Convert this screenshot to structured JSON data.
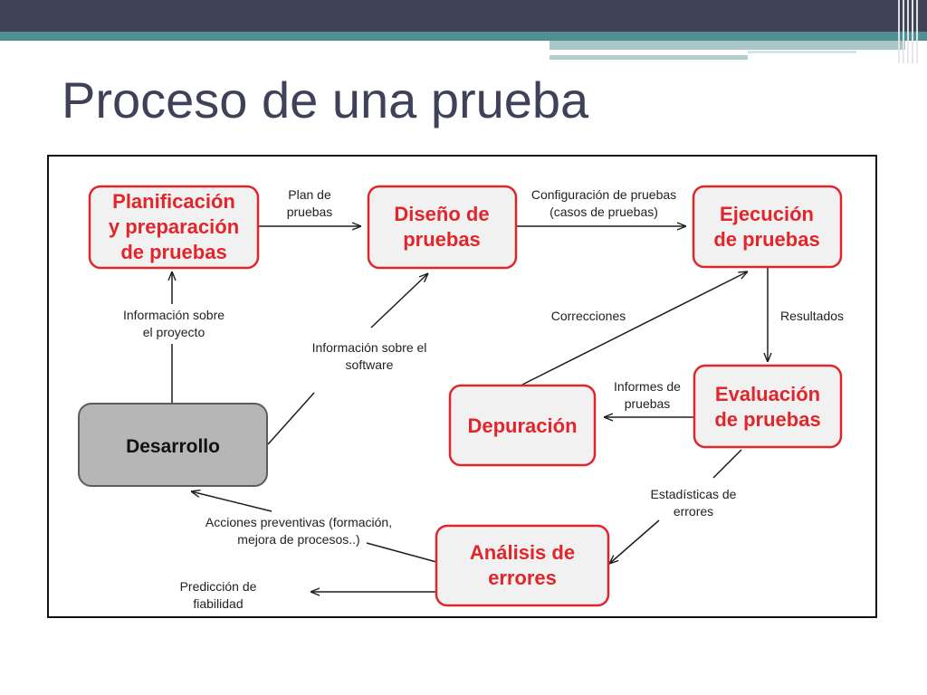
{
  "slide": {
    "title": "Proceso de una prueba"
  },
  "diagram": {
    "nodes": {
      "planificacion": {
        "lines": [
          "Planificación",
          "y preparación",
          "de pruebas"
        ]
      },
      "diseno": {
        "lines": [
          "Diseño de",
          "pruebas"
        ]
      },
      "ejecucion": {
        "lines": [
          "Ejecución",
          "de pruebas"
        ]
      },
      "evaluacion": {
        "lines": [
          "Evaluación",
          "de pruebas"
        ]
      },
      "depuracion": {
        "lines": [
          "Depuración"
        ]
      },
      "analisis": {
        "lines": [
          "Análisis de",
          "errores"
        ]
      },
      "desarrollo": {
        "lines": [
          "Desarrollo"
        ]
      }
    },
    "edges": {
      "planificacion_to_diseno": {
        "label": [
          "Plan de",
          "pruebas"
        ]
      },
      "diseno_to_ejecucion": {
        "label": [
          "Configuración de pruebas",
          "(casos de pruebas)"
        ]
      },
      "ejecucion_to_evaluacion": {
        "label": [
          "Resultados"
        ]
      },
      "evaluacion_to_depuracion": {
        "label": [
          "Informes de",
          "pruebas"
        ]
      },
      "depuracion_to_ejecucion": {
        "label": [
          "Correcciones"
        ]
      },
      "evaluacion_to_analisis": {
        "label": [
          "Estadísticas de",
          "errores"
        ]
      },
      "desarrollo_to_planificacion": {
        "label": [
          "Información sobre",
          "el proyecto"
        ]
      },
      "desarrollo_to_diseno": {
        "label": [
          "Información sobre el",
          "software"
        ]
      },
      "analisis_to_desarrollo": {
        "label": [
          "Acciones preventivas (formación,",
          "mejora de procesos..)"
        ]
      },
      "analisis_to_prediccion": {
        "label": [
          "Predicción de",
          "fiabilidad"
        ]
      }
    }
  },
  "colors": {
    "header_dark": "#404358",
    "header_teal": "#4f8f93",
    "header_teal_light": "#a8c6c8",
    "title_text": "#3e4157",
    "node_red": "#e1262b",
    "node_fill": "#f1f1f1",
    "dev_fill": "#b6b6b6",
    "dev_border": "#5c5c5c",
    "edge_ink": "#1e1e1e"
  }
}
